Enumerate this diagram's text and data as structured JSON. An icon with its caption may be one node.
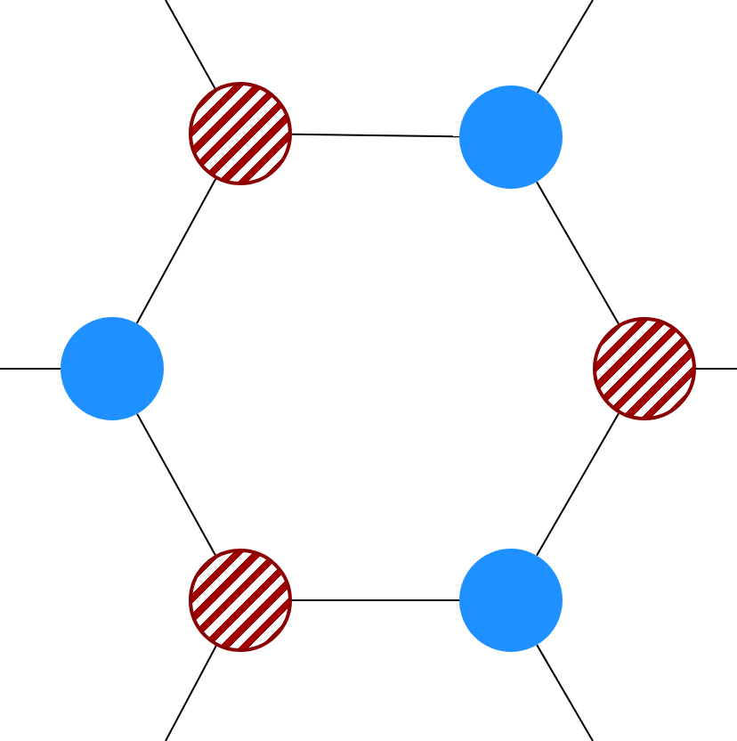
{
  "diagram": {
    "nodes": [
      {
        "text": [],
        "shape": "circle"
      },
      {
        "text": [],
        "shape": "circle"
      },
      {
        "text": [],
        "shape": "circle"
      },
      {
        "text": [],
        "shape": "circle"
      },
      {
        "text": [],
        "shape": "circle"
      },
      {
        "text": [],
        "shape": "circle"
      }
    ],
    "edges": [
      {
        "from": 0,
        "to": 1,
        "arrow": "none"
      },
      {
        "from": 1,
        "to": 3,
        "arrow": "none"
      },
      {
        "from": 3,
        "to": 5,
        "arrow": "none"
      },
      {
        "from": 5,
        "to": 4,
        "arrow": "none"
      },
      {
        "from": 4,
        "to": 2,
        "arrow": "none"
      },
      {
        "from": 2,
        "to": 0,
        "arrow": "none"
      },
      {
        "from": null,
        "to": 0,
        "arrow": "none"
      },
      {
        "from": null,
        "to": 1,
        "arrow": "none"
      },
      {
        "from": null,
        "to": 2,
        "arrow": "none"
      },
      {
        "from": null,
        "to": 3,
        "arrow": "none"
      },
      {
        "from": null,
        "to": 4,
        "arrow": "none"
      },
      {
        "from": null,
        "to": 5,
        "arrow": "none"
      }
    ]
  }
}
